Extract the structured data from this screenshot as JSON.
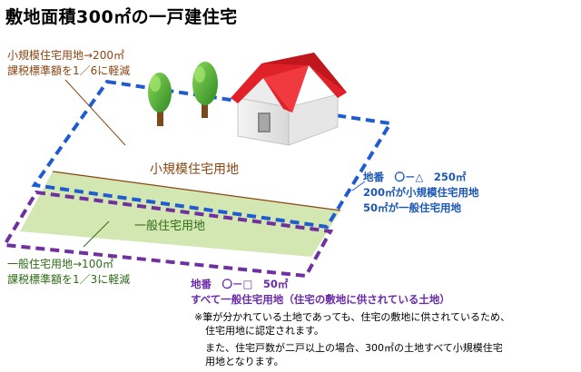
{
  "title": "敷地面積300㎡の一戸建住宅",
  "small_scale_callout": {
    "line1": "小規模住宅用地→200㎡",
    "line2": "課税標準額を1／6に軽減"
  },
  "small_scale_area_label": "小規模住宅用地",
  "general_area_label": "一般住宅用地",
  "general_callout": {
    "line1": "一般住宅用地→100㎡",
    "line2": "課税標準額を1／3に軽減"
  },
  "blue_lot": {
    "line1": "地番　〇－△　250㎡",
    "line2": "200㎡が小規模住宅用地",
    "line3": "50㎡が一般住宅用地"
  },
  "purple_lot": {
    "line1": "地番　〇－□　50㎡",
    "line2": "すべて一般住宅用地（住宅の敷地に供されている土地）"
  },
  "notes": {
    "line1": "※筆が分かれている土地であっても、住宅の敷地に供されているため、",
    "line2": "住宅用地に認定されます。",
    "line3": "また、住宅戸数が二戸以上の場合、300㎡の土地すべて小規模住宅",
    "line4": "用地となります。"
  },
  "colors": {
    "blue_border": "#1f5bd1",
    "purple_border": "#7030a0",
    "general_fill": "#d3e7b3",
    "roof": "#e0212a",
    "tree": "#3fa02c"
  }
}
